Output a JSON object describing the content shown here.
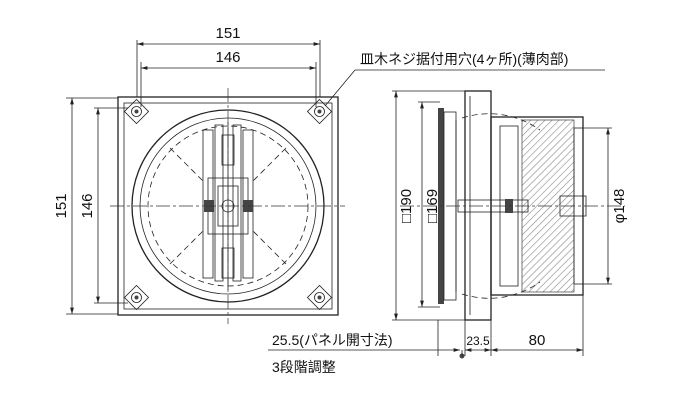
{
  "front_view": {
    "width_outer": "151",
    "width_inner": "146",
    "height_outer": "151",
    "height_inner": "146"
  },
  "annotation": {
    "screw_holes": "皿木ネジ据付用穴(4ヶ所)(薄肉部)"
  },
  "side_view": {
    "panel_size": "□190",
    "body_size": "□169",
    "diameter": "φ148",
    "panel_thickness": "23.5",
    "depth": "80",
    "panel_opening": "25.5(パネル開寸法)",
    "adjust_note": "3段階調整"
  }
}
